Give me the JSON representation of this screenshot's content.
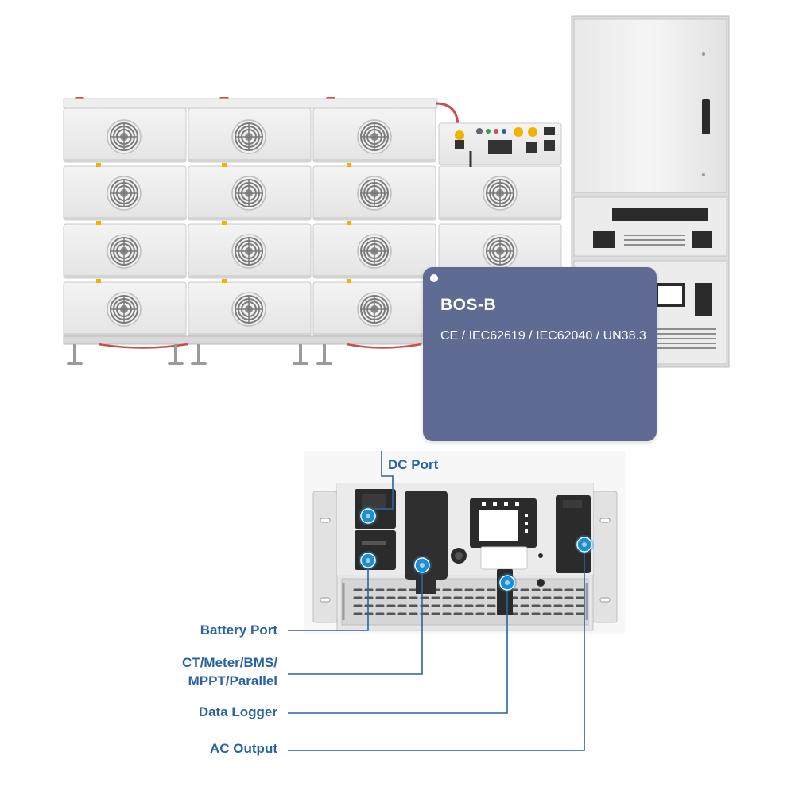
{
  "product_card": {
    "model": "BOS-B",
    "certifications": "CE / IEC62619 / IEC62040 / UN38.3"
  },
  "callouts": {
    "dc_port": "DC Port",
    "battery_port": "Battery Port",
    "ct_meter_line1": "CT/Meter/BMS/",
    "ct_meter_line2": "MPPT/Parallel",
    "data_logger": "Data Logger",
    "ac_output": "AC Output"
  },
  "colors": {
    "card_bg": "#5f6b93",
    "callout_text": "#2a64a0",
    "callout_line": "#2a64a0",
    "port_marker": "#1a8fd6",
    "cable_red": "#c9504a"
  },
  "icons": [
    "fan-grille-icon",
    "port-marker-icon",
    "status-led-icon"
  ]
}
